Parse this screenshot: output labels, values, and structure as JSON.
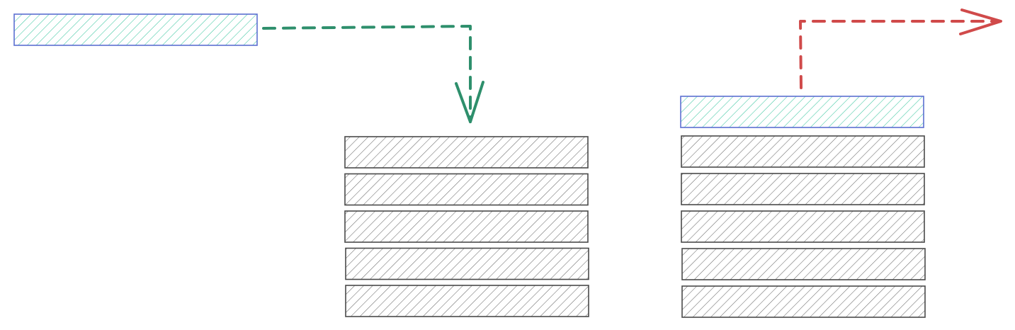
{
  "colors": {
    "incoming_fill": "#3cc6a0",
    "incoming_stroke": "#5b6fd1",
    "stack_fill": "#555555",
    "stack_stroke": "#4a4a4a",
    "push_arrow": "#2e8f6c",
    "pop_arrow": "#d04a4a",
    "background": "#ffffff"
  },
  "diagram": {
    "incoming_block": {
      "kind": "element",
      "style": "hatched",
      "color": "incoming"
    },
    "push_arrow": {
      "kind": "dashed-arrow",
      "direction": "down",
      "color": "push"
    },
    "left_stack": {
      "kind": "stack",
      "item_count": 5
    },
    "right_stack": {
      "kind": "stack",
      "item_count": 5,
      "top_item": "incoming"
    },
    "pop_arrow": {
      "kind": "dashed-arrow",
      "direction": "right",
      "color": "pop"
    }
  }
}
